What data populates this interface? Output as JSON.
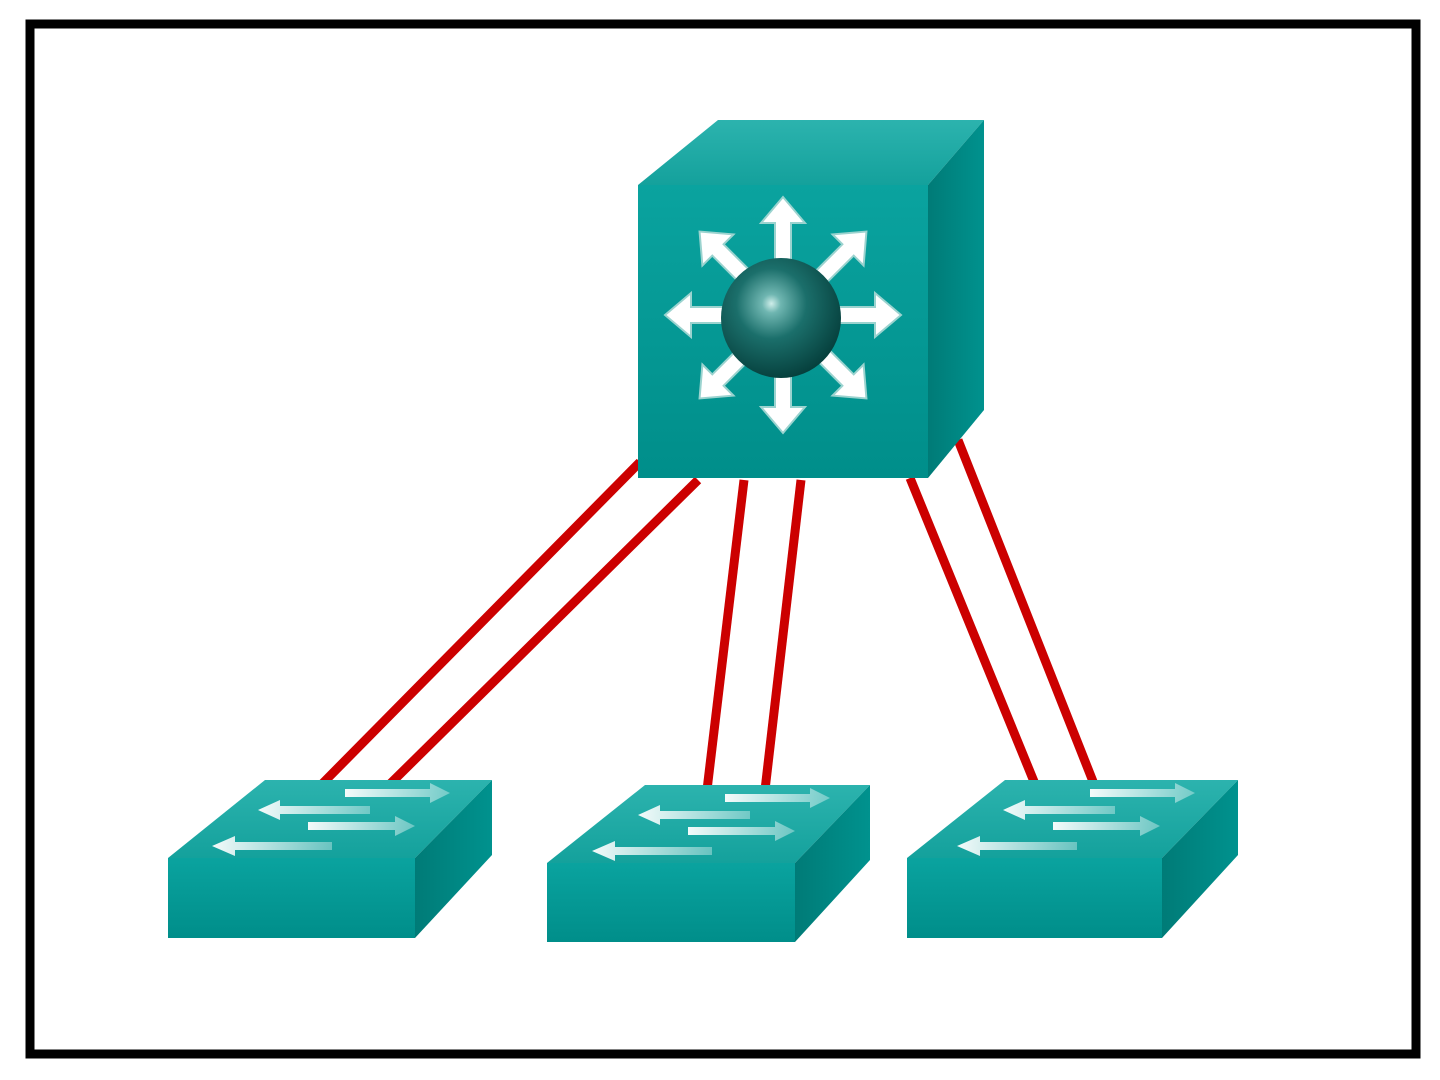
{
  "diagram": {
    "kind": "network-topology",
    "frame": {
      "border_color": "#000000",
      "background": "#ffffff"
    },
    "colors": {
      "device_front": "#009a96",
      "device_top": "#1fa8a3",
      "device_side": "#007d79",
      "device_top_highlight": "#3bbab5",
      "arrow": "#ffffff",
      "sphere_dark": "#06504d",
      "sphere_mid": "#1b7f7b",
      "sphere_light": "#bfe9e5",
      "link": "#cc0000"
    },
    "nodes": [
      {
        "id": "core",
        "type": "multilayer-switch",
        "icon": "multilayer-switch-icon"
      },
      {
        "id": "access-1",
        "type": "switch",
        "icon": "switch-icon"
      },
      {
        "id": "access-2",
        "type": "switch",
        "icon": "switch-icon"
      },
      {
        "id": "access-3",
        "type": "switch",
        "icon": "switch-icon"
      }
    ],
    "links": [
      {
        "from": "core",
        "to": "access-1",
        "count": 2
      },
      {
        "from": "core",
        "to": "access-2",
        "count": 2
      },
      {
        "from": "core",
        "to": "access-3",
        "count": 2
      }
    ]
  }
}
